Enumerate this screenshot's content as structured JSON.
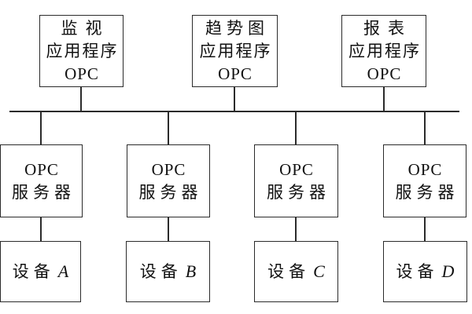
{
  "diagram": {
    "applications": [
      {
        "line1": "监视",
        "line2": "应用程序",
        "line3": "OPC"
      },
      {
        "line1": "趋势图",
        "line2": "应用程序",
        "line3": "OPC"
      },
      {
        "line1": "报表",
        "line2": "应用程序",
        "line3": "OPC"
      }
    ],
    "servers": [
      {
        "line1": "OPC",
        "line2": "服务器"
      },
      {
        "line1": "OPC",
        "line2": "服务器"
      },
      {
        "line1": "OPC",
        "line2": "服务器"
      },
      {
        "line1": "OPC",
        "line2": "服务器"
      }
    ],
    "devices": [
      {
        "name": "设备",
        "id": "A"
      },
      {
        "name": "设备",
        "id": "B"
      },
      {
        "name": "设备",
        "id": "C"
      },
      {
        "name": "设备",
        "id": "D"
      }
    ],
    "colors": {
      "line": "#2b2b2b",
      "border": "#2b2b2b",
      "text": "#111111",
      "background": "#ffffff"
    }
  }
}
